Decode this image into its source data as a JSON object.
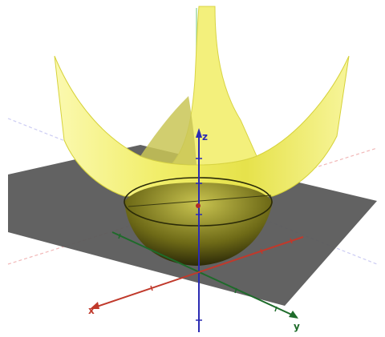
{
  "scene": {
    "surface_type": "paraboloid",
    "colors": {
      "background": "#ffffff",
      "plane": "#5b5b5b",
      "surface_light": "#f4f27a",
      "surface_mid": "#e3df3a",
      "surface_dark": "#2c2c08",
      "x_axis": "#c0392b",
      "y_axis": "#1e6b2a",
      "z_axis": "#2b2bb3",
      "guide_x": "#e6a0a0",
      "guide_y": "#a8a8e6",
      "guide_z": "#8fd28f"
    },
    "axes": {
      "x_label": "x",
      "y_label": "y",
      "z_label": "z"
    }
  }
}
